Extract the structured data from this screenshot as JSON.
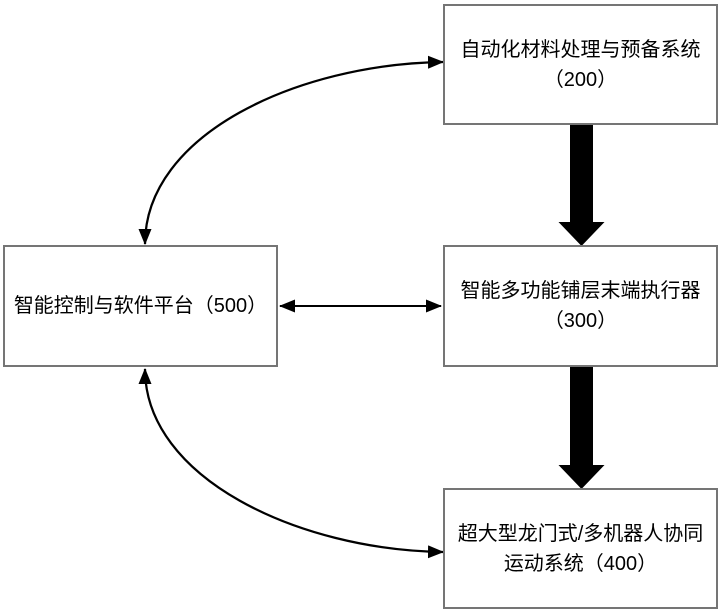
{
  "nodes": {
    "materials": {
      "line1": "自动化材料处理与预备系统",
      "line2": "（200）"
    },
    "end_effector": {
      "line1": "智能多功能铺层末端执行器",
      "line2": "（300）"
    },
    "motion": {
      "line1": "超大型龙门式/多机器人协同",
      "line2": "运动系统（400）"
    },
    "control": {
      "line1": "智能控制与软件平台（500）"
    }
  },
  "connections": [
    {
      "from": "control",
      "to": "materials",
      "type": "curved-double-arrow"
    },
    {
      "from": "control",
      "to": "end_effector",
      "type": "straight-double-arrow"
    },
    {
      "from": "control",
      "to": "motion",
      "type": "curved-double-arrow"
    },
    {
      "from": "materials",
      "to": "end_effector",
      "type": "thick-block-arrow"
    },
    {
      "from": "end_effector",
      "to": "motion",
      "type": "thick-block-arrow"
    }
  ],
  "colors": {
    "background": "#ffffff",
    "node_border": "#757575",
    "node_fill": "#ffffff",
    "arrow": "#000000",
    "text": "#000000"
  }
}
